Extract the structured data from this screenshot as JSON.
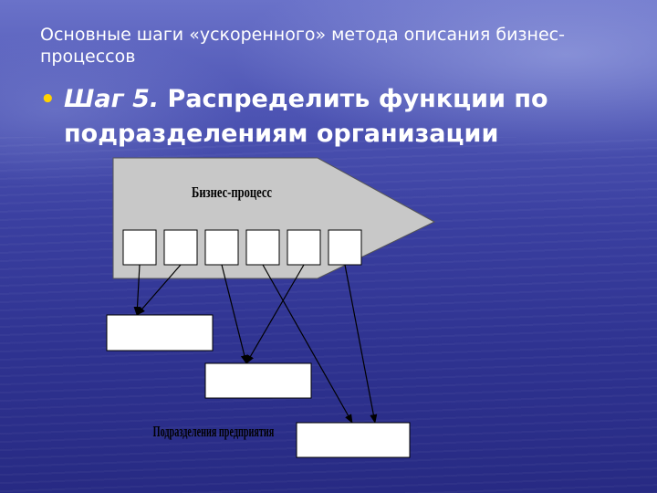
{
  "header": {
    "subtitle": "Основные шаги «ускоренного» метода описания бизнес-процессов",
    "bullet": "•",
    "step_label": "Шаг 5.",
    "heading_line1": "Распределить функции по",
    "heading_line2": "подразделениям организации"
  },
  "diagram": {
    "process_label": "Бизнес-процесс",
    "function_count": 6,
    "units_label": "Подразделения предприятия",
    "unit_count": 3,
    "arrows": [
      {
        "from_function": 1,
        "to_unit": 1
      },
      {
        "from_function": 2,
        "to_unit": 1
      },
      {
        "from_function": 3,
        "to_unit": 2
      },
      {
        "from_function": 4,
        "to_unit": 3
      },
      {
        "from_function": 5,
        "to_unit": 2
      },
      {
        "from_function": 6,
        "to_unit": 3
      }
    ],
    "colors": {
      "process_fill": "#c8c8c8",
      "box_fill": "#ffffff",
      "stroke": "#000000",
      "bullet": "#ffd200"
    }
  }
}
